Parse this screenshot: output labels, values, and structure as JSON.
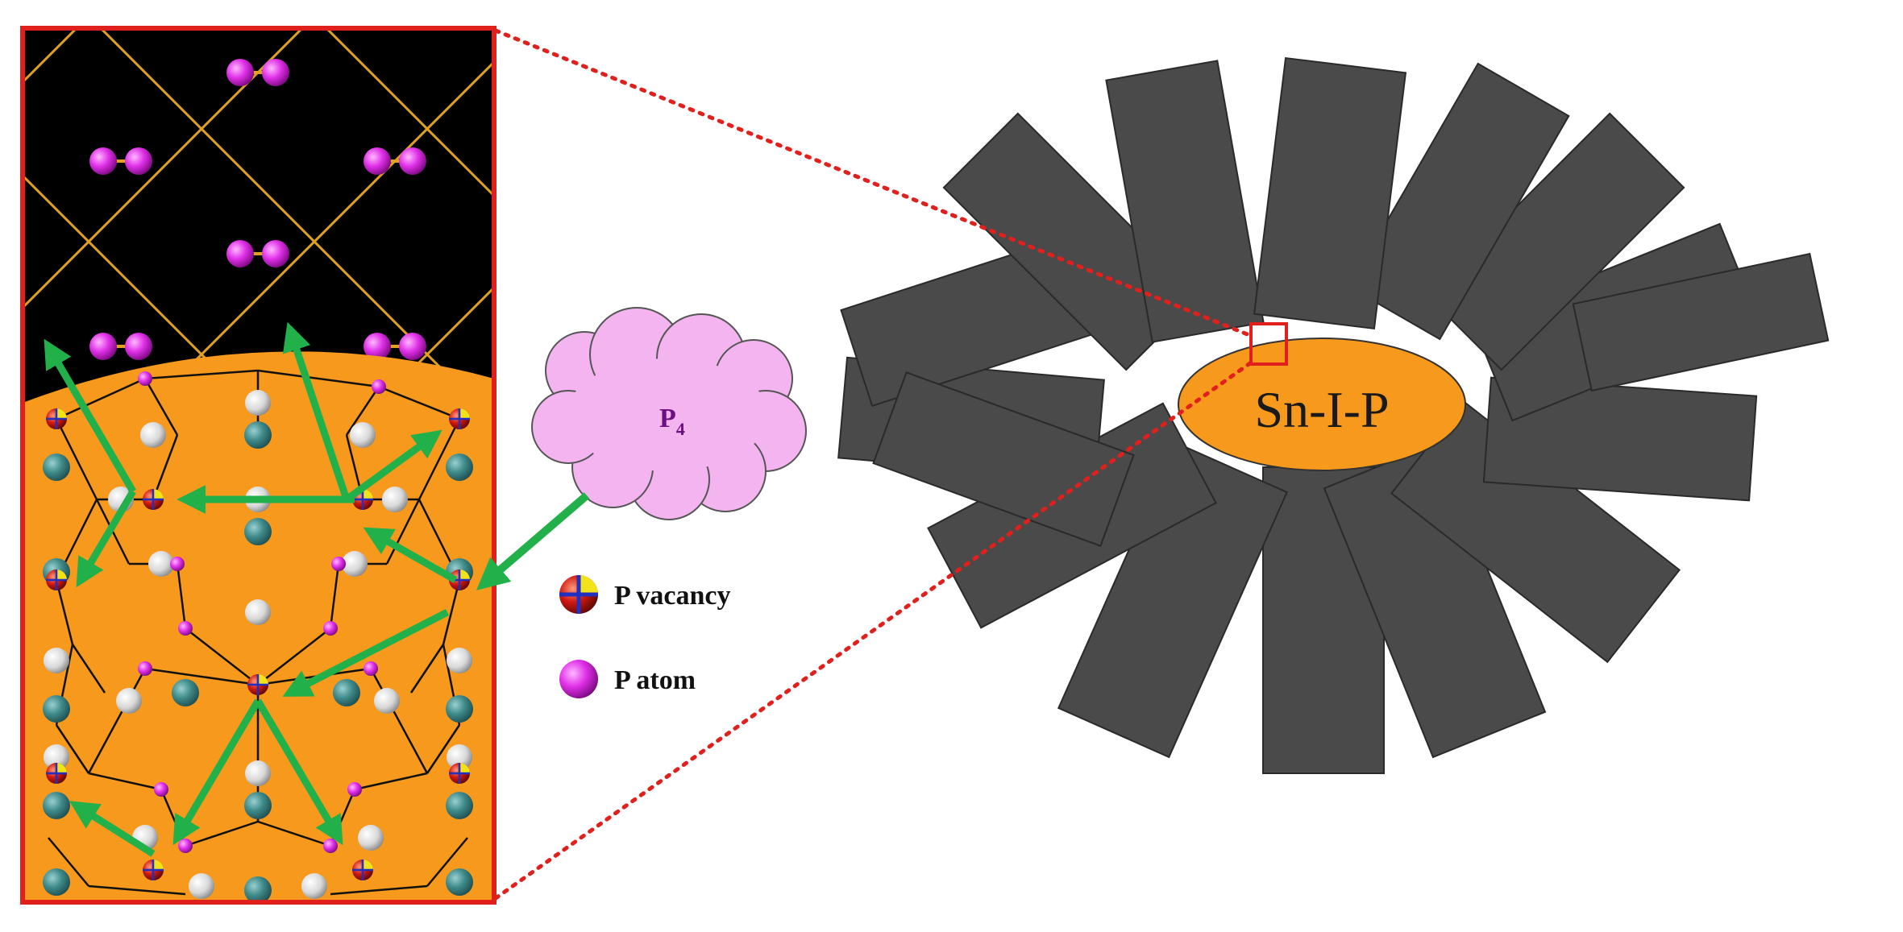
{
  "labels": {
    "center": "Sn-I-P",
    "cloud": "P",
    "cloud_sub": "4",
    "legend_vacancy": "P vacancy",
    "legend_atom": "P atom"
  },
  "colors": {
    "petal": "#4a4a4a",
    "center": "#f7991c",
    "inset_top": "#000000",
    "inset_bottom": "#f7991c",
    "frame": "#e0201c",
    "arrow": "#22b04a",
    "p_atom": "#e030e8",
    "cloud": "#f4b4f0",
    "bond_gold": "#e0a020",
    "sn_atom": "#3f8a8a",
    "i_atom": "#dcdcdc"
  }
}
